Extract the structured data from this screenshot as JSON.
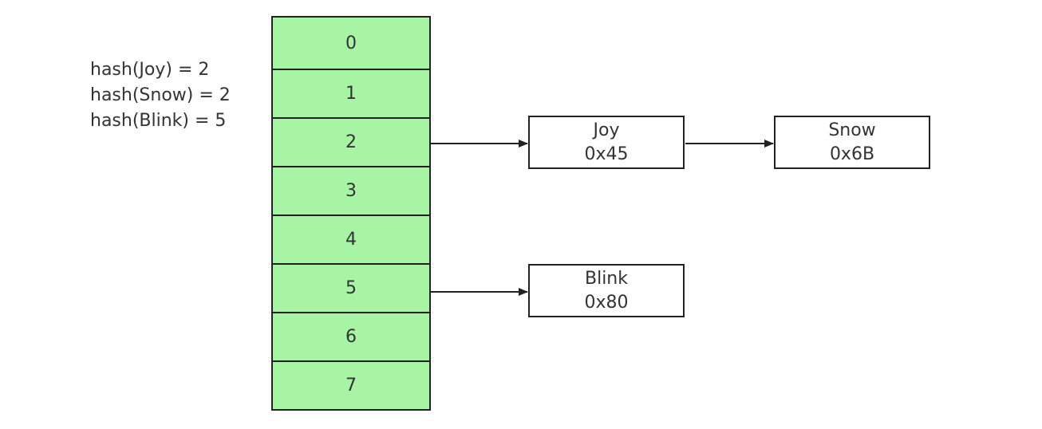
{
  "hash_notes": [
    "hash(Joy) = 2",
    "hash(Snow) = 2",
    "hash(Blink) = 5"
  ],
  "buckets": [
    "0",
    "1",
    "2",
    "3",
    "4",
    "5",
    "6",
    "7"
  ],
  "nodes": {
    "joy": {
      "key": "Joy",
      "address": "0x45"
    },
    "snow": {
      "key": "Snow",
      "address": "0x6B"
    },
    "blink": {
      "key": "Blink",
      "address": "0x80"
    }
  },
  "colors": {
    "bucket_fill": "#a7f4a4",
    "line": "#222222",
    "text": "#333333"
  }
}
